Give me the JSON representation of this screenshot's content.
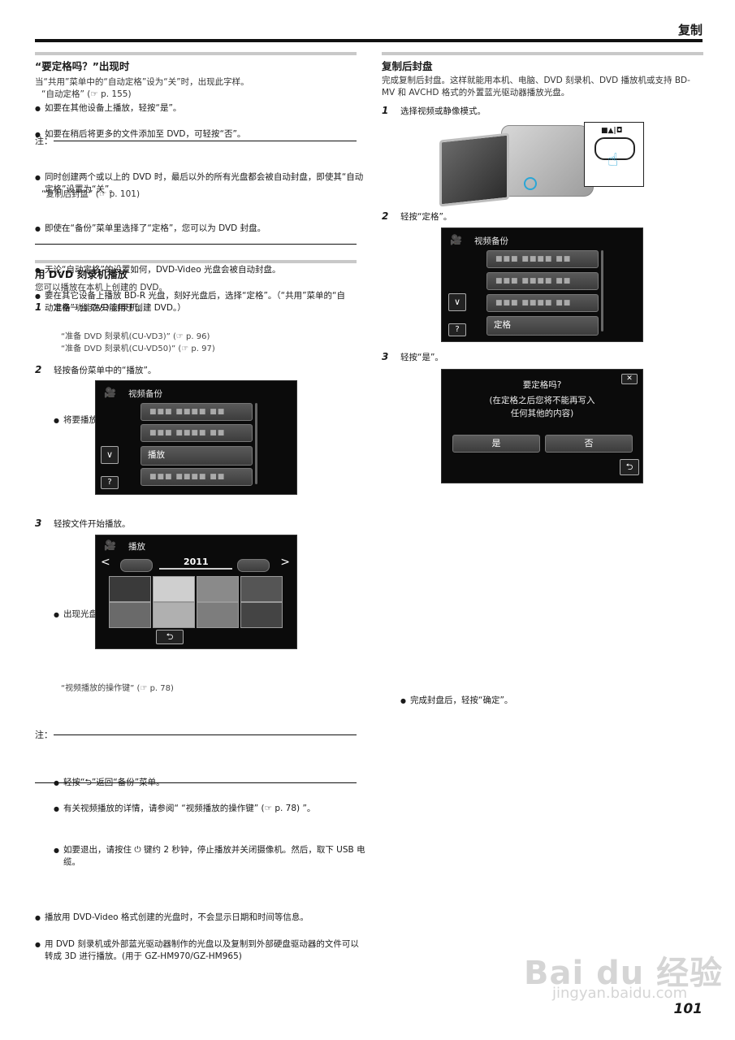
{
  "header": {
    "title": "复制",
    "page_number": "101"
  },
  "left": {
    "sec1": {
      "title": "“要定格吗？”出现时",
      "intro": "当“共用”菜单中的“自动定格”设为“关”时，出现此字样。",
      "ref": "“自动定格” (☞ p. 155)",
      "bullets": [
        "如要在其他设备上播放，轻按“是”。",
        "如要在稍后将更多的文件添加至 DVD，可轻按“否”。"
      ],
      "note_label": "注：",
      "notes": [
        "同时创建两个或以上的 DVD 时，最后以外的所有光盘都会被自动封盘，即使其“自动定格”设置为“关”。",
        "即使在“备份”菜单里选择了“定格”，您可以为 DVD 封盘。",
        "无论“自动定格”的设置如何，DVD-Video 光盘会被自动封盘。",
        "要在其它设备上播放 BD-R 光盘，刻好光盘后，选择“定格”。（“共用”菜单的“自动定格”功能在只能用于创建 DVD。）"
      ],
      "note2_ref": "“复制后封盘” (☞ p. 101)"
    },
    "sec2": {
      "title": "用 DVD 刻录机播放",
      "intro": "您可以播放在本机上创建的 DVD。",
      "step1": {
        "num": "1",
        "text": "准备一台 DVD 刻录机。",
        "bullet": "将要播放的 DVD 插入 DVD 刻录机。",
        "refs": [
          "“准备 DVD 刻录机(CU-VD3)” (☞ p. 96)",
          "“准备 DVD 刻录机(CU-VD50)” (☞ p. 97)"
        ]
      },
      "step2": {
        "num": "2",
        "text": "轻按备份菜单中的“播放”。",
        "screen": {
          "title": "视频备份",
          "highlight": "播放",
          "help": "?"
        },
        "after": "出现光盘中的视频索引画面(缩略图显示)。"
      },
      "step3": {
        "num": "3",
        "text": "轻按文件开始播放。",
        "screen": {
          "title": "播放",
          "year": "2011",
          "back": "⮌"
        },
        "bullets": [
          "轻按“⮌”返回“备份”菜单。",
          "有关视频播放的详情，请参阅“ “视频播放的操作键” (☞ p. 78) ”。",
          "如要退出，请按住 ⏻ 键约 2 秒钟，停止播放并关闭摄像机。然后，取下 USB 电缆。"
        ],
        "ref": "“视频播放的操作键” (☞ p. 78)"
      },
      "note_label": "注：",
      "notes": [
        "播放用 DVD-Video 格式创建的光盘时，不会显示日期和时间等信息。",
        "用 DVD 刻录机或外部蓝光驱动器制作的光盘以及复制到外部硬盘驱动器的文件可以转成 3D 进行播放。(用于 GZ-HM970/GZ-HM965)"
      ]
    }
  },
  "right": {
    "sec": {
      "title": "复制后封盘",
      "intro": "完成复制后封盘。这样就能用本机、电脑、DVD 刻录机、DVD 播放机或支持 BD-MV 和 AVCHD 格式的外置蓝光驱动器播放光盘。",
      "step1": {
        "num": "1",
        "text": "选择视频或静像模式。"
      },
      "step2": {
        "num": "2",
        "text": "轻按“定格”。",
        "screen": {
          "title": "视频备份",
          "highlight": "定格",
          "help": "?"
        }
      },
      "step3": {
        "num": "3",
        "text": "轻按“是”。",
        "dialog": {
          "line1": "要定格吗?",
          "line2": "(在定格之后您将不能再写入",
          "line3": "任何其他的内容)",
          "yes": "是",
          "no": "否"
        },
        "after": "完成封盘后，轻按“确定”。"
      }
    }
  },
  "watermark": {
    "logo": "Bai du 经验",
    "url": "jingyan.baidu.com"
  }
}
